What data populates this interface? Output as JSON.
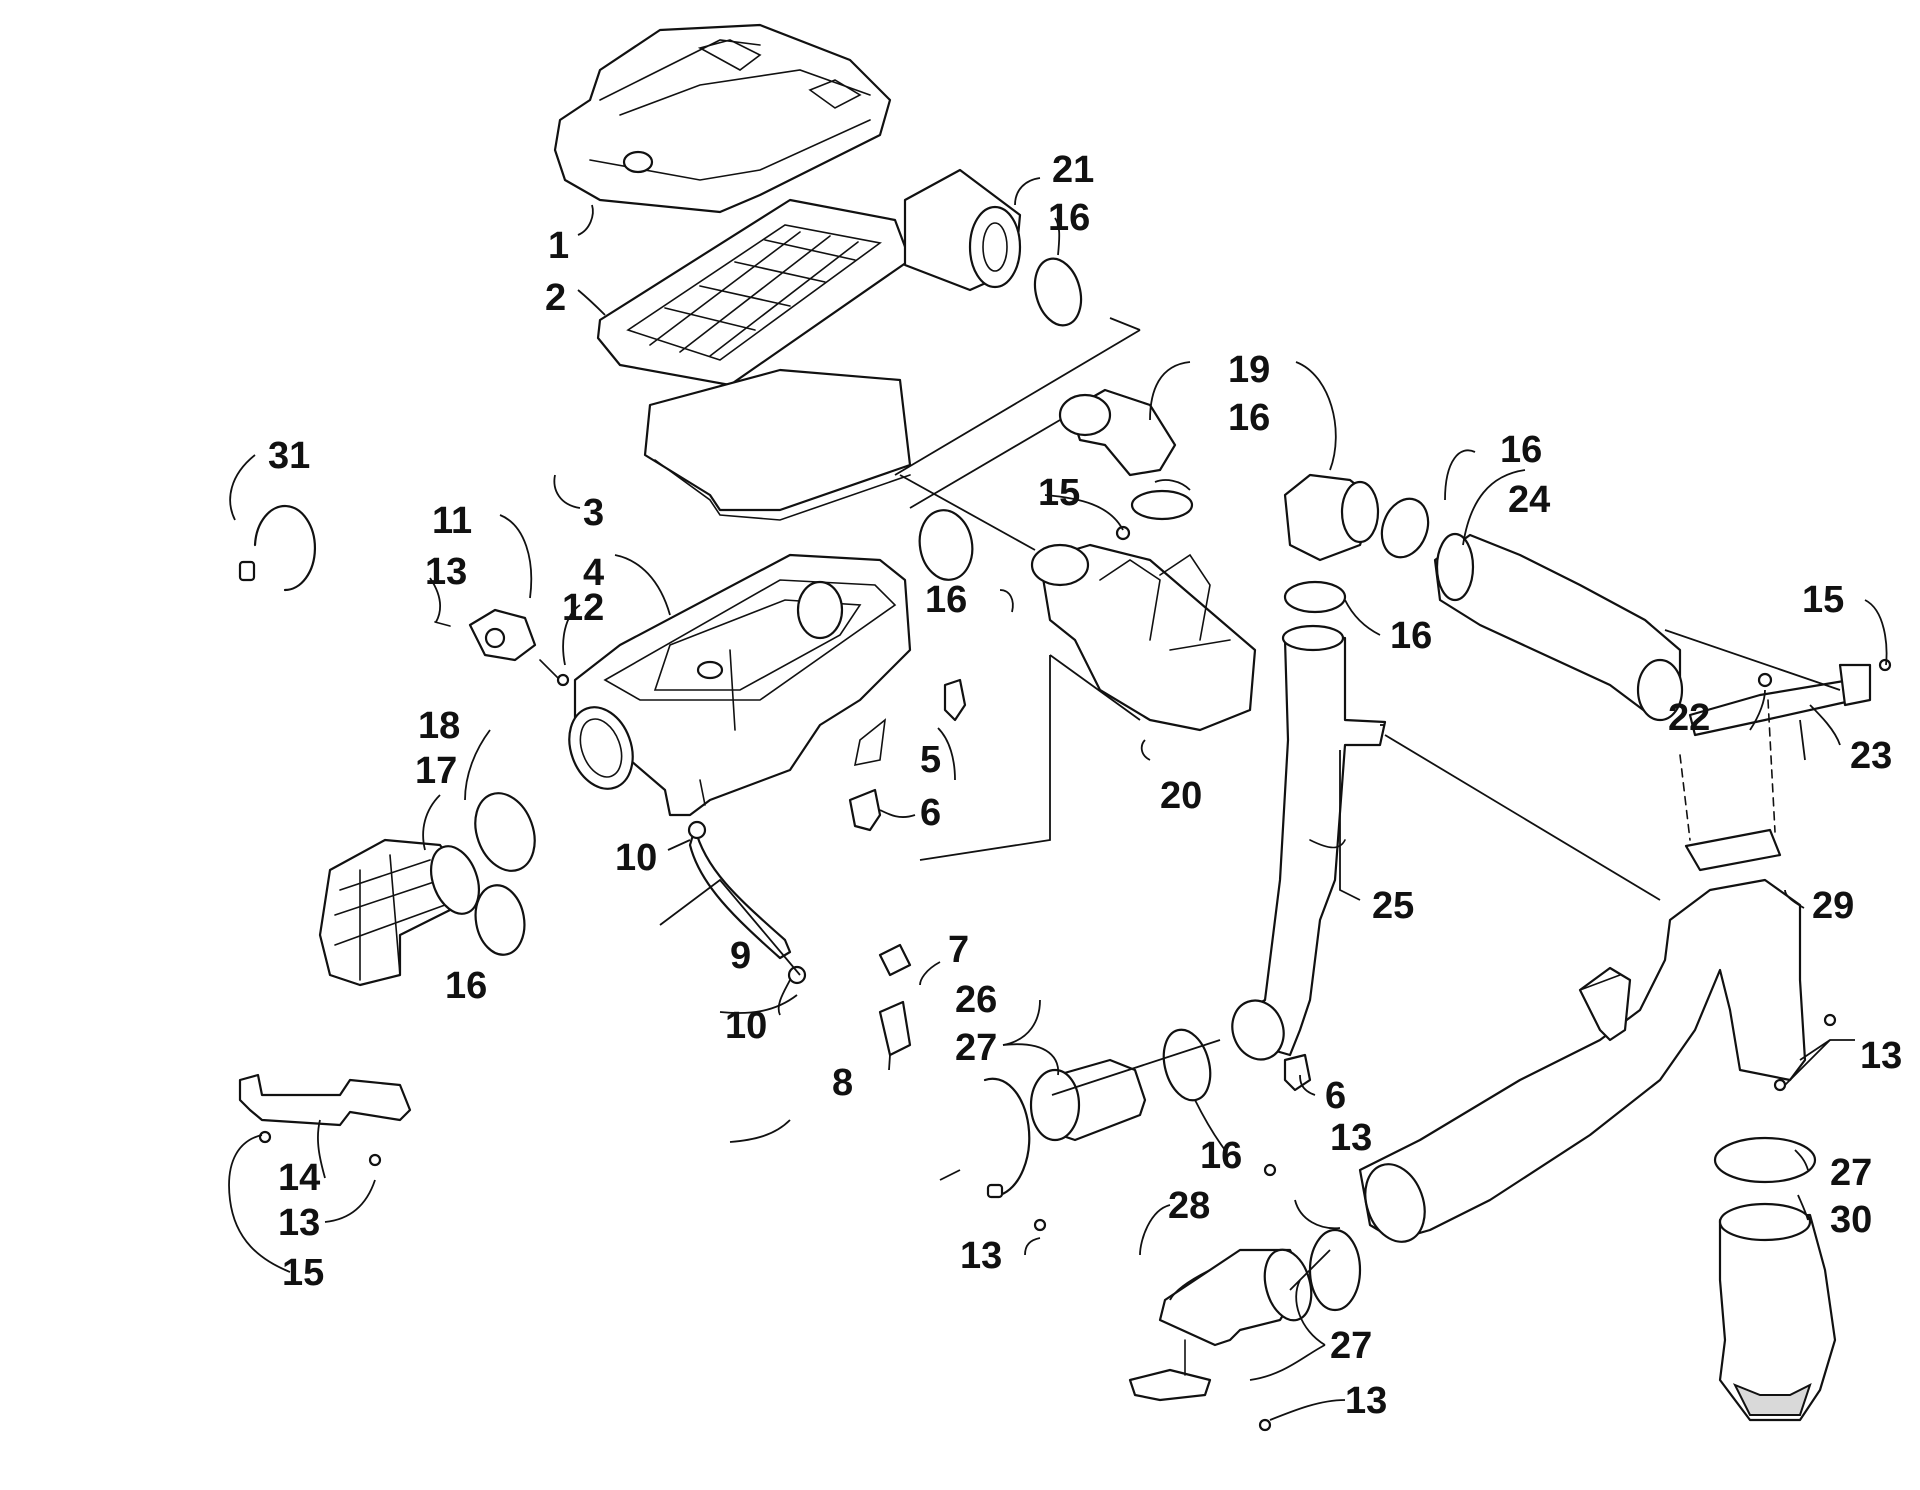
{
  "colors": {
    "ink": "#111111",
    "paper": "#ffffff",
    "shade": "#d9d9d9"
  },
  "callouts": [
    {
      "id": "c1",
      "text": "1"
    },
    {
      "id": "c2",
      "text": "2"
    },
    {
      "id": "c21",
      "text": "21"
    },
    {
      "id": "c16a",
      "text": "16"
    },
    {
      "id": "c3",
      "text": "3"
    },
    {
      "id": "c4",
      "text": "4"
    },
    {
      "id": "c31",
      "text": "31"
    },
    {
      "id": "c11",
      "text": "11"
    },
    {
      "id": "c13a",
      "text": "13"
    },
    {
      "id": "c12",
      "text": "12"
    },
    {
      "id": "c16b",
      "text": "16"
    },
    {
      "id": "c19",
      "text": "19"
    },
    {
      "id": "c16c",
      "text": "16"
    },
    {
      "id": "c15a",
      "text": "15"
    },
    {
      "id": "c16d",
      "text": "16"
    },
    {
      "id": "c24",
      "text": "24"
    },
    {
      "id": "c16e",
      "text": "16"
    },
    {
      "id": "c20",
      "text": "20"
    },
    {
      "id": "c15b",
      "text": "15"
    },
    {
      "id": "c22",
      "text": "22"
    },
    {
      "id": "c23",
      "text": "23"
    },
    {
      "id": "c18",
      "text": "18"
    },
    {
      "id": "c17",
      "text": "17"
    },
    {
      "id": "c5",
      "text": "5"
    },
    {
      "id": "c6a",
      "text": "6"
    },
    {
      "id": "c10a",
      "text": "10"
    },
    {
      "id": "c25",
      "text": "25"
    },
    {
      "id": "c29",
      "text": "29"
    },
    {
      "id": "c9",
      "text": "9"
    },
    {
      "id": "c7",
      "text": "7"
    },
    {
      "id": "c16f",
      "text": "16"
    },
    {
      "id": "c26",
      "text": "26"
    },
    {
      "id": "c10b",
      "text": "10"
    },
    {
      "id": "c27a",
      "text": "27"
    },
    {
      "id": "c8",
      "text": "8"
    },
    {
      "id": "c16g",
      "text": "16"
    },
    {
      "id": "c6b",
      "text": "6"
    },
    {
      "id": "c13b",
      "text": "13"
    },
    {
      "id": "c14",
      "text": "14"
    },
    {
      "id": "c13c",
      "text": "13"
    },
    {
      "id": "c13d",
      "text": "13"
    },
    {
      "id": "c27b",
      "text": "27"
    },
    {
      "id": "c15c",
      "text": "15"
    },
    {
      "id": "c28",
      "text": "28"
    },
    {
      "id": "c30",
      "text": "30"
    },
    {
      "id": "c13e",
      "text": "13"
    },
    {
      "id": "c27c",
      "text": "27"
    },
    {
      "id": "c13f",
      "text": "13"
    }
  ]
}
